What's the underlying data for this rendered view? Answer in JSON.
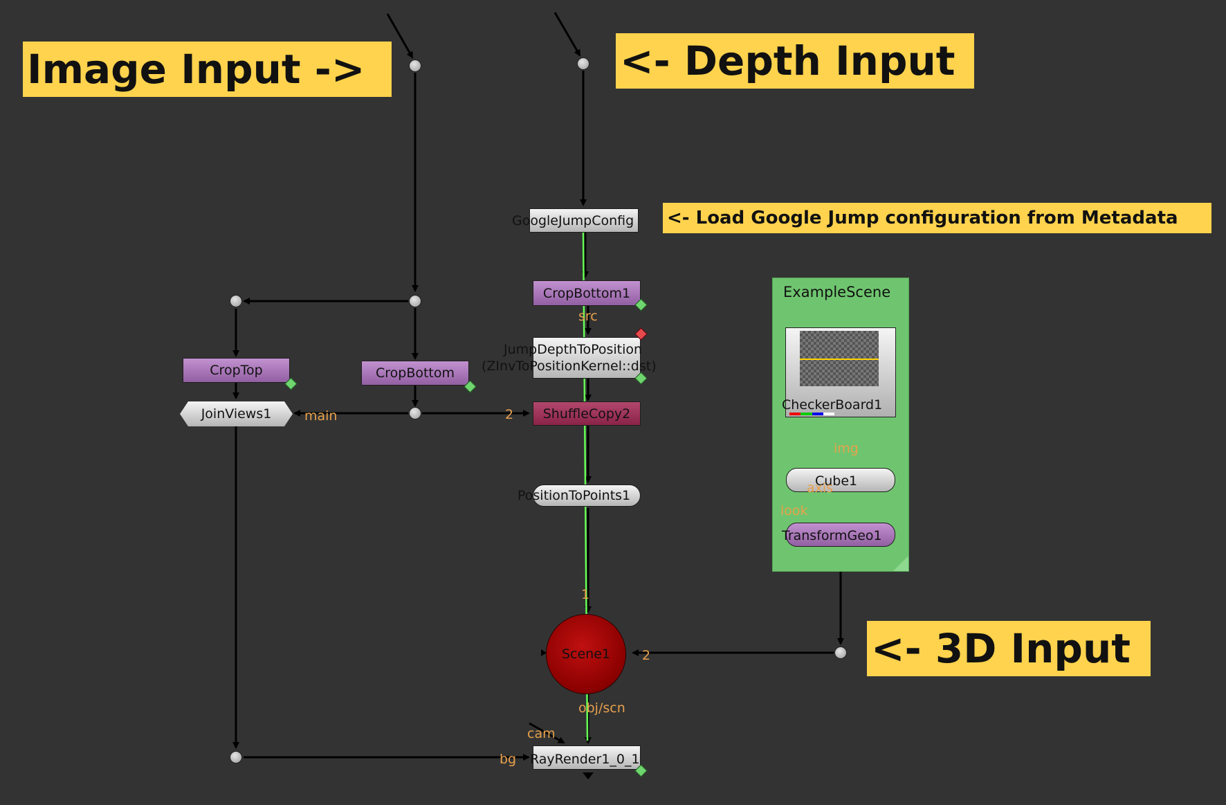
{
  "stickies": {
    "image_input": "Image Input ->",
    "depth_input": "<- Depth Input",
    "google_jump": "<- Load Google Jump configuration from Metadata",
    "three_d_input": "<- 3D Input"
  },
  "nodes": {
    "google_jump_config": "GoogleJumpConfig",
    "crop_bottom1": "CropBottom1",
    "jump_depth_line1": "JumpDepthToPosition",
    "jump_depth_line2": "(ZInvToPositionKernel::dst)",
    "shuffle_copy2": "ShuffleCopy2",
    "position_to_points1": "PositionToPoints1",
    "scene1": "Scene1",
    "ray_render": "RayRender1_0_1",
    "crop_top": "CropTop",
    "crop_bottom": "CropBottom",
    "join_views1": "JoinViews1"
  },
  "backdrop": {
    "title": "ExampleScene",
    "checkerboard": "CheckerBoard1",
    "cube": "Cube1",
    "transform_geo": "TransformGeo1"
  },
  "pipe_labels": {
    "src": "src",
    "main": "main",
    "two_shuffle": "2",
    "one_scene": "1",
    "two_scene": "2",
    "obj_scn": "obj/scn",
    "cam": "cam",
    "bg": "bg",
    "img": "img",
    "axis": "axis",
    "look": "look"
  },
  "colors": {
    "canvas": "#333333",
    "sticky": "#ffd34d",
    "backdrop": "#6fc56f",
    "scene_red": "#a80000",
    "pipe_label": "#e8a14c",
    "viewer_wire": "#66ff55"
  }
}
